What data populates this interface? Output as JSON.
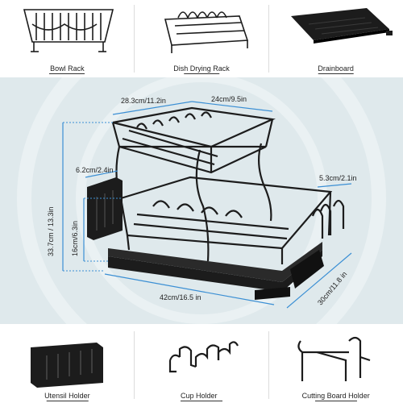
{
  "top": {
    "items": [
      {
        "label": "Bowl Rack"
      },
      {
        "label": "Dish Drying Rack"
      },
      {
        "label": "Drainboard"
      }
    ]
  },
  "dimensions": {
    "top_left_width": "28.3cm/11.2in",
    "top_right_width": "24cm/9.5in",
    "total_height": "33.7cm / 13.3in",
    "lower_height": "16cm/6.3in",
    "utensil_width": "6.2cm/2.4in",
    "cup_holder_width": "5.3cm/2.1in",
    "base_length": "42cm/16.5 in",
    "base_depth": "30cm/11.8 in"
  },
  "bottom": {
    "items": [
      {
        "label": "Utensil Holder"
      },
      {
        "label": "Cup Holder"
      },
      {
        "label": "Cutting Board Holder"
      }
    ]
  },
  "colors": {
    "background_panel": "#dfe9ec",
    "dimension_line": "#3b8fd4",
    "product": "#1c1c1c"
  }
}
